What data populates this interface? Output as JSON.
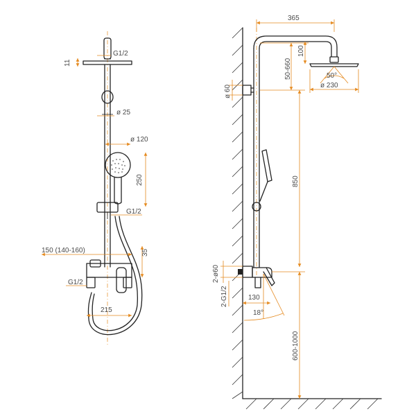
{
  "colors": {
    "line": "#222222",
    "dimension": "#e58a1f",
    "text": "#4a4a4a"
  },
  "front": {
    "d_shower_thread": "G1/2",
    "d_head_thickness": "11",
    "d_pipe": "ø 25",
    "d_hand_dia": "ø 120",
    "d_hand_len": "250",
    "d_hand_thread": "G1/2",
    "d_mixer_depth": "150 (140-160)",
    "d_mixer_h": "35",
    "d_inlet_thread": "G1/2",
    "d_width": "215"
  },
  "side": {
    "d_reach": "365",
    "d_head_h": "100",
    "d_adjust": "50-660",
    "d_tilt": "50°",
    "d_head_dia": "ø 230",
    "d_bracket": "ø 60",
    "d_pipe_len": "850",
    "d_flange": "2-ø60",
    "d_inlets": "2-G1/2",
    "d_spout": "130",
    "d_angle": "18°",
    "d_floor": "600-1000"
  }
}
